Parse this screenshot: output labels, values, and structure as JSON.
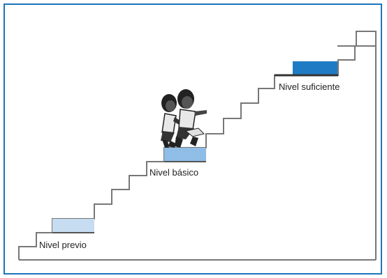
{
  "levels": [
    {
      "label": "Nivel previo",
      "color": "#c6dcf0"
    },
    {
      "label": "Nivel básico",
      "color": "#8fbde6"
    },
    {
      "label": "Nivel suficiente",
      "color": "#1f7cc4"
    }
  ],
  "illustration": {
    "name": "two-children-climbing"
  },
  "colors": {
    "frame": "#1b75bb",
    "stairs": "#666666"
  }
}
